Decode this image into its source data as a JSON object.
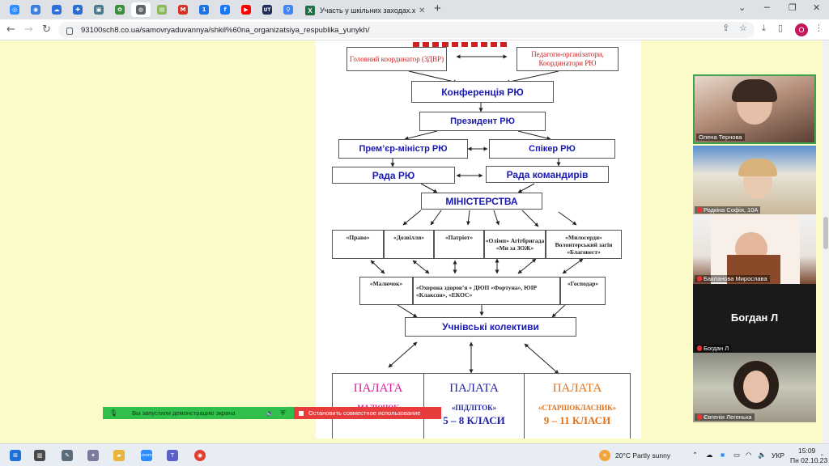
{
  "browser": {
    "tabs": [
      {
        "icon": "tab-favicon-app-1",
        "color": "#2f8cff",
        "glyph": "◎"
      },
      {
        "icon": "tab-favicon-app-2",
        "color": "#3b7ddd",
        "glyph": "◉"
      },
      {
        "icon": "tab-favicon-cloud",
        "color": "#2f6fd6",
        "glyph": "☁"
      },
      {
        "icon": "tab-favicon-app-4",
        "color": "#2a6cd0",
        "glyph": "✚"
      },
      {
        "icon": "tab-favicon-app-5",
        "color": "#4b7a8c",
        "glyph": "▣"
      },
      {
        "icon": "tab-favicon-app-6",
        "color": "#3c8d3c",
        "glyph": "✿"
      },
      {
        "icon": "tab-favicon-active-site",
        "color": "#5f6368",
        "glyph": "◍"
      },
      {
        "icon": "tab-favicon-app-8",
        "color": "#8ab85a",
        "glyph": "▤"
      },
      {
        "icon": "tab-favicon-gmail",
        "color": "#d93025",
        "glyph": "M"
      },
      {
        "icon": "tab-favicon-app-10",
        "color": "#1a73e8",
        "glyph": "1"
      },
      {
        "icon": "tab-favicon-facebook",
        "color": "#1877f2",
        "glyph": "f"
      },
      {
        "icon": "tab-favicon-youtube",
        "color": "#ff0000",
        "glyph": "▶"
      },
      {
        "icon": "tab-favicon-ut",
        "color": "#1f2d5c",
        "glyph": "UT"
      },
      {
        "icon": "tab-favicon-maps",
        "color": "#4285f4",
        "glyph": "⚲"
      }
    ],
    "excel_tab_title": "Участь у шкільних заходах.xlsx",
    "url": "93100sch8.co.ua/samovryaduvannya/shkil%60na_organizatsiya_respublika_yunykh/",
    "profile_initial": "O"
  },
  "chart": {
    "top_left": "Головний координатор (ЗДВР)",
    "top_right": "Педагоги-організатори, Координатори РЮ",
    "conference": "Конференція РЮ",
    "president": "Президент РЮ",
    "pm": "Прем’єр-міністр РЮ",
    "speaker": "Спікер РЮ",
    "rada": "Рада  РЮ",
    "rada_commanders": "Рада командирів",
    "ministries": "МІНІСТЕРСТВА",
    "m1": "«Право»",
    "m2": "«Дозвілля»",
    "m3": "«Патріот»",
    "m4": "«Олімп» Агітбригада «Ми за ЗОЖ»",
    "m5": "«Милосердя» Волонтерський загін «Благовест»",
    "u1": "«Малючок»",
    "u2": "«Охорона здоров’я » ДЮП «Фортуна», ЮІР «Клаксон», «ЕКОС»",
    "u3": "«Господар»",
    "collectives": "Учнівські колективи",
    "palata1_title": "ПАЛАТА",
    "palata1_sub": "«МАЛЮЧОК»",
    "palata2_title": "ПАЛАТА",
    "palata2_sub": "«ПІДЛІТОК»",
    "palata2_classes": "5 – 8 КЛАСИ",
    "palata3_title": "ПАЛАТА",
    "palata3_sub": "«СТАРШОКЛАСНИК»",
    "palata3_classes": "9 – 11 КЛАСИ"
  },
  "participants": [
    {
      "name": "Олена Тернова",
      "bg": "#8a6a5a",
      "muted": false
    },
    {
      "name": "Родкіна Софія, 10А",
      "bg": "#b89a6a",
      "muted": true
    },
    {
      "name": "Бакланова Мирослава",
      "bg": "#6e4c3a",
      "muted": true
    },
    {
      "name": "Богдан Л",
      "bg": "#1a1a1a",
      "muted": true,
      "label_big": "Богдан Л"
    },
    {
      "name": "Євгенія Легенька",
      "bg": "#9a9a8a",
      "muted": true
    }
  ],
  "share": {
    "status": "Вы запустили демонстрацию экрана",
    "stop": "Остановить совместное использование"
  },
  "taskbar": {
    "weather": "20°C  Partly sunny",
    "lang": "УКР",
    "time": "15:09",
    "date": "Пн 02.10.23"
  }
}
